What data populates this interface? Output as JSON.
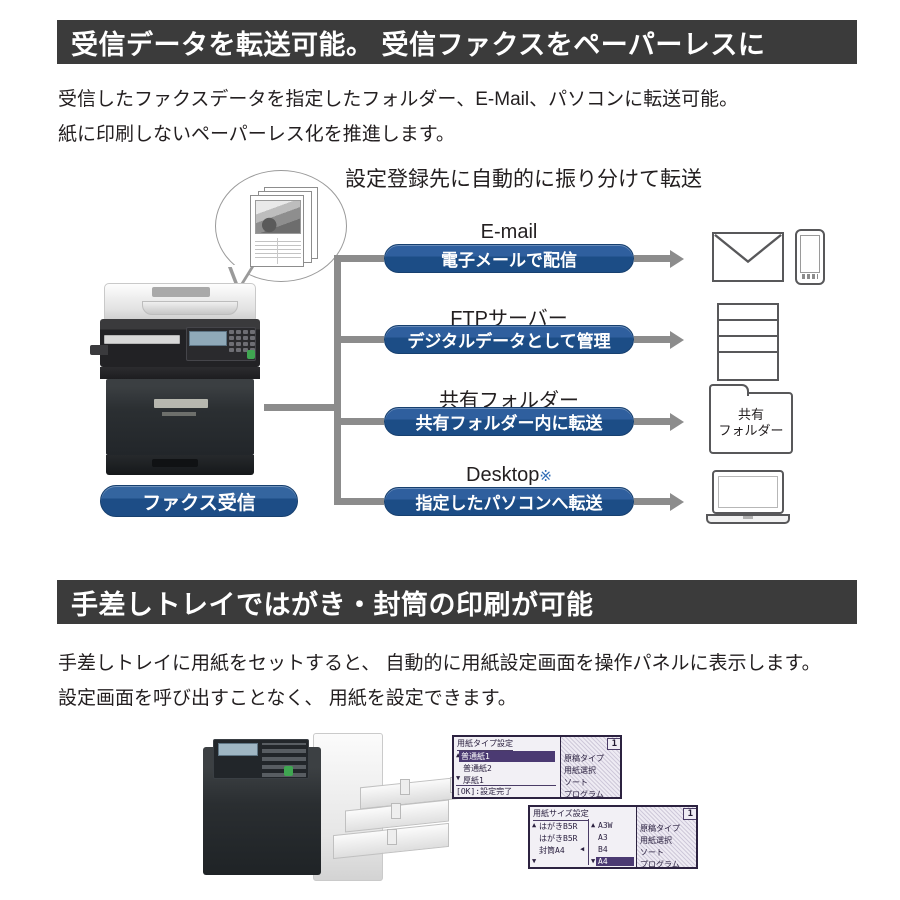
{
  "sections": [
    {
      "header": "受信データを転送可能。 受信ファクスをペーパーレスに",
      "paragraphs": [
        "受信したファクスデータを指定したフォルダー、E-Mail、パソコンに転送可能。",
        "紙に印刷しないペーパーレス化を推進します。"
      ],
      "diagram": {
        "caption": "設定登録先に自動的に振り分けて転送",
        "source_pill": "ファクス受信",
        "routes": [
          {
            "destination": "E-mail",
            "note": "",
            "action": "電子メールで配信",
            "icons": [
              "envelope-icon",
              "smartphone-icon"
            ]
          },
          {
            "destination": "FTPサーバー",
            "note": "",
            "action": "デジタルデータとして管理",
            "icons": [
              "server-tower-icon"
            ]
          },
          {
            "destination": "共有フォルダー",
            "note": "",
            "action": "共有フォルダー内に転送",
            "icons": [
              "shared-folder-icon"
            ]
          },
          {
            "destination": "Desktop",
            "note": "※",
            "action": "指定したパソコンへ転送",
            "icons": [
              "laptop-icon"
            ]
          }
        ],
        "folder_icon_label_line1": "共有",
        "folder_icon_label_line2": "フォルダー",
        "bubble_icon": "received-fax-documents-icon",
        "device_icon": "multifunction-printer-icon"
      }
    },
    {
      "header": "手差しトレイではがき・封筒の印刷が可能",
      "paragraphs": [
        "手差しトレイに用紙をセットすると、 自動的に用紙設定画面を操作パネルに表示します。",
        "設定画面を呼び出すことなく、 用紙を設定できます。"
      ],
      "diagram": {
        "device_icon": "printer-bypass-tray-icon",
        "panels": [
          {
            "title": "用紙タイプ設定",
            "columns": [
              {
                "items": [
                  "普通紙1",
                  "普通紙2",
                  "厚紙1"
                ],
                "selected_index": 0,
                "scroll_up": "▲",
                "scroll_down": "▼"
              }
            ],
            "footer": "[OK]:設定完了",
            "side": {
              "badge": "1",
              "items": [
                "原稿タイプ",
                "用紙選択",
                "ソート",
                "プログラム"
              ]
            }
          },
          {
            "title": "用紙サイズ設定",
            "columns": [
              {
                "items": [
                  "はがきB5R",
                  "はがきB5R",
                  "封筒A4"
                ],
                "selected_index": -1,
                "scroll_up": "▲",
                "scroll_down": "▼"
              },
              {
                "items": [
                  "A3W",
                  "A3",
                  "B4",
                  "A4"
                ],
                "selected_index": 3,
                "scroll_up": "▲",
                "scroll_down": "▼"
              }
            ],
            "footer": "",
            "side": {
              "badge": "1",
              "items": [
                "原稿タイプ",
                "用紙選択",
                "ソート",
                "プログラム"
              ]
            }
          }
        ]
      }
    }
  ],
  "colors": {
    "header_bar": "#3b3b3b",
    "pill_blue": "#1c4d86",
    "connector_gray": "#8c8c8c",
    "text": "#231f20",
    "lcd_background": "#f2f0f5",
    "lcd_select": "#4b3a72",
    "accent_star": "#2f6cb5"
  }
}
